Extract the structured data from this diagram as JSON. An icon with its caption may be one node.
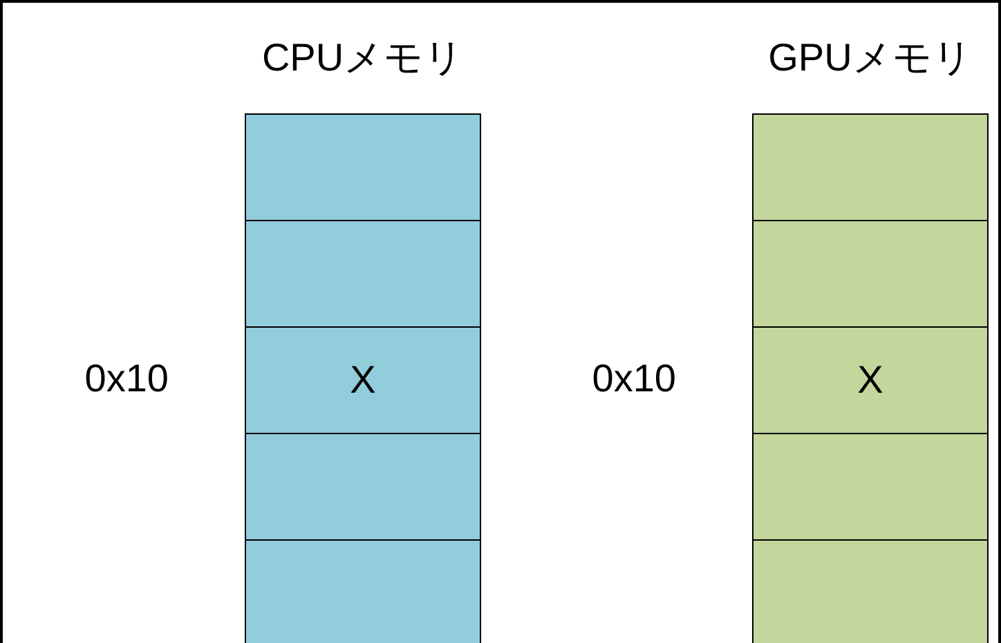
{
  "diagram": {
    "nodes": [
      {
        "text": [
          "CPUメモリ"
        ]
      },
      {
        "text": [],
        "shape": "box",
        "in": 0
      },
      {
        "text": [],
        "shape": "box",
        "in": 0
      },
      {
        "text": [
          "X"
        ],
        "in": 0,
        "beside": [
          "0x10"
        ]
      },
      {
        "text": [],
        "shape": "box",
        "in": 0
      },
      {
        "text": [],
        "shape": "box",
        "in": 0
      },
      {
        "text": [
          "GPUメモリ"
        ]
      },
      {
        "text": [],
        "shape": "box",
        "in": 6
      },
      {
        "text": [],
        "shape": "box",
        "in": 6
      },
      {
        "text": [
          "X"
        ],
        "in": 6,
        "beside": [
          "0x10"
        ]
      },
      {
        "text": [],
        "shape": "box",
        "in": 6
      },
      {
        "text": [],
        "shape": "box",
        "in": 6
      }
    ]
  }
}
